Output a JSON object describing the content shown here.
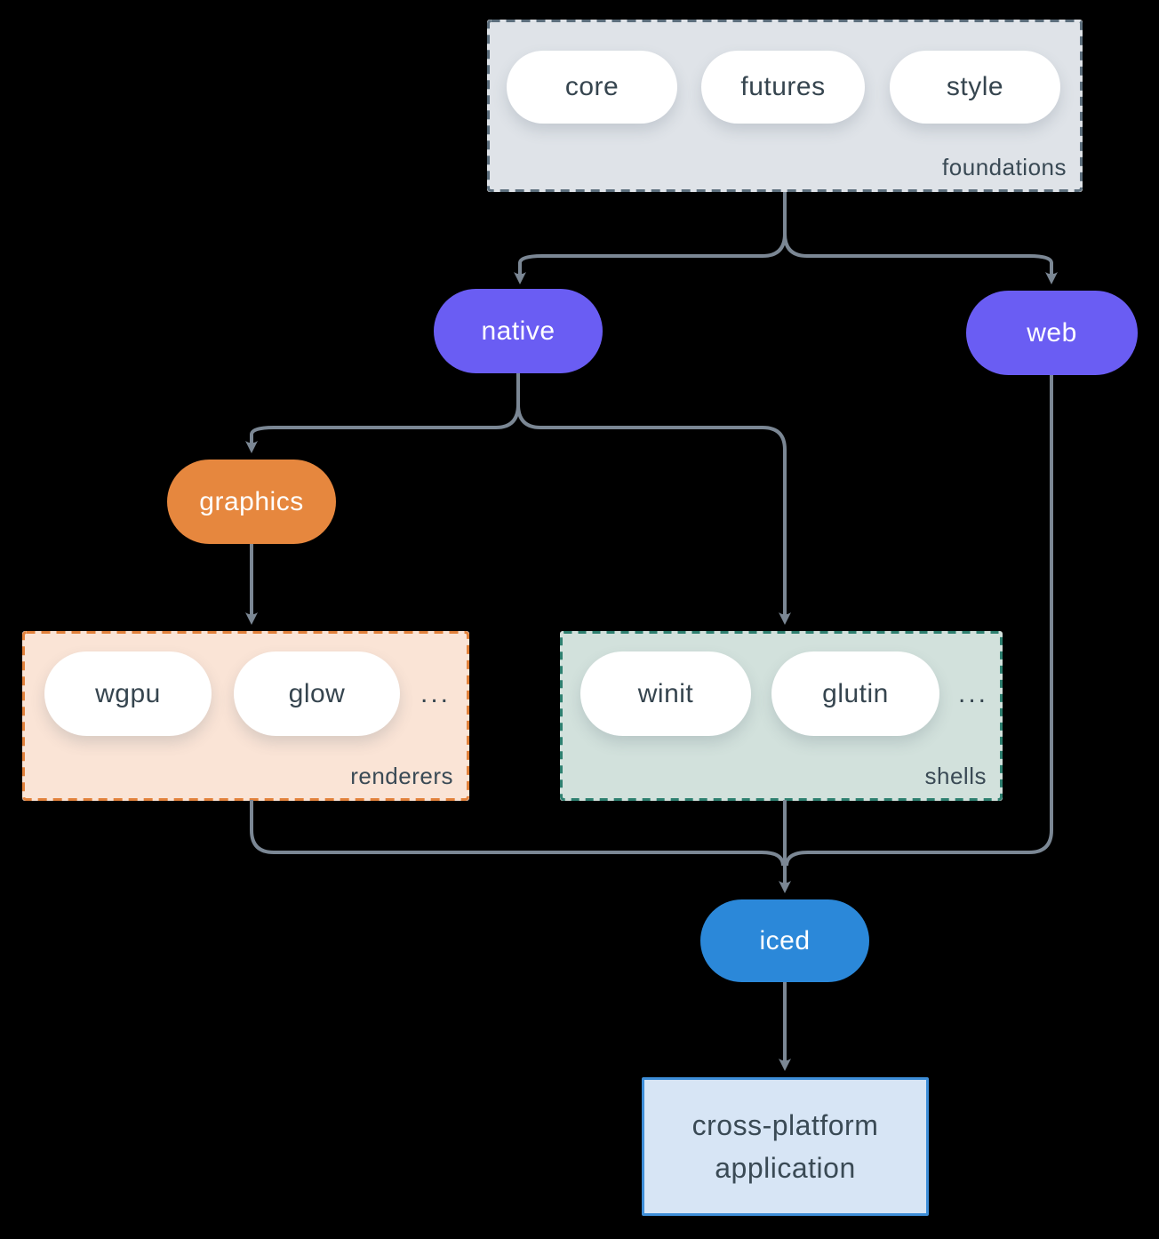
{
  "colors": {
    "background": "#000000",
    "arrow": "#7B8794",
    "purple_node": "#6A5DF3",
    "orange_node": "#E6873E",
    "blue_node": "#2B88D9",
    "foundations_fill": "#DFE3E8",
    "foundations_border": "#5D6F7D",
    "renderers_fill": "#FAE4D6",
    "renderers_border": "#E2823C",
    "shells_fill": "#D2E1DC",
    "shells_border": "#2E8070",
    "application_fill": "#D7E5F5",
    "application_border": "#3E8ED8",
    "dark_text": "#36454F"
  },
  "foundations": {
    "label": "foundations",
    "pills": [
      "core",
      "futures",
      "style"
    ]
  },
  "platform": {
    "native": "native",
    "web": "web"
  },
  "graphics": {
    "label": "graphics"
  },
  "renderers": {
    "label": "renderers",
    "pills": [
      "wgpu",
      "glow"
    ],
    "more": "..."
  },
  "shells": {
    "label": "shells",
    "pills": [
      "winit",
      "glutin"
    ],
    "more": "..."
  },
  "iced": {
    "label": "iced"
  },
  "application": {
    "line1": "cross-platform",
    "line2": "application"
  }
}
